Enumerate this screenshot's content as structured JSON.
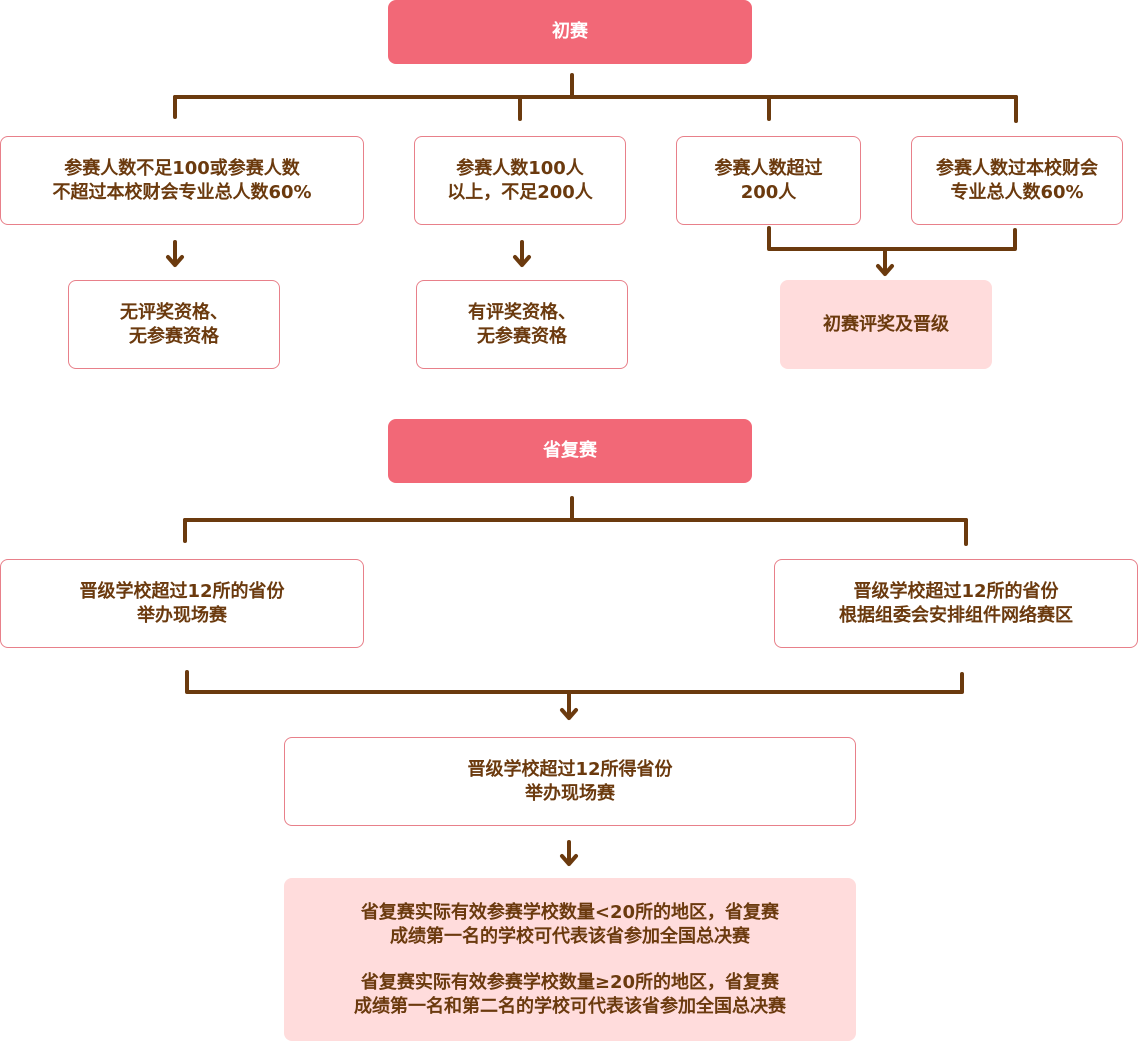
{
  "colors": {
    "header_bg": "#f26877",
    "header_text": "#ffffff",
    "text": "#6b3a0e",
    "outline": "#e8808a",
    "highlight_bg": "#ffdcdc",
    "connector": "#6b3a0e"
  },
  "stage1": {
    "title": "初赛",
    "conditions": [
      {
        "lines": [
          "参赛人数不足100或参赛人数",
          "不超过本校财会专业总人数60%"
        ]
      },
      {
        "lines": [
          "参赛人数100人",
          "以上，不足200人"
        ]
      },
      {
        "lines": [
          "参赛人数超过",
          "200人"
        ]
      },
      {
        "lines": [
          "参赛人数过本校财会",
          "专业总人数60%"
        ]
      }
    ],
    "results": [
      {
        "lines": [
          "无评奖资格、",
          "无参赛资格"
        ]
      },
      {
        "lines": [
          "有评奖资格、",
          "无参赛资格"
        ]
      },
      {
        "lines": [
          "初赛评奖及晋级"
        ]
      }
    ]
  },
  "stage2": {
    "title": "省复赛",
    "options": [
      {
        "lines": [
          "晋级学校超过12所的省份",
          "举办现场赛"
        ]
      },
      {
        "lines": [
          "晋级学校超过12所的省份",
          "根据组委会安排组件网络赛区"
        ]
      }
    ],
    "merge": {
      "lines": [
        "晋级学校超过12所得省份",
        "举办现场赛"
      ]
    },
    "final": {
      "paragraphs": [
        [
          "省复赛实际有效参赛学校数量<20所的地区，省复赛",
          "成绩第一名的学校可代表该省参加全国总决赛"
        ],
        [
          "省复赛实际有效参赛学校数量≥20所的地区，省复赛",
          "成绩第一名和第二名的学校可代表该省参加全国总决赛"
        ]
      ]
    }
  }
}
